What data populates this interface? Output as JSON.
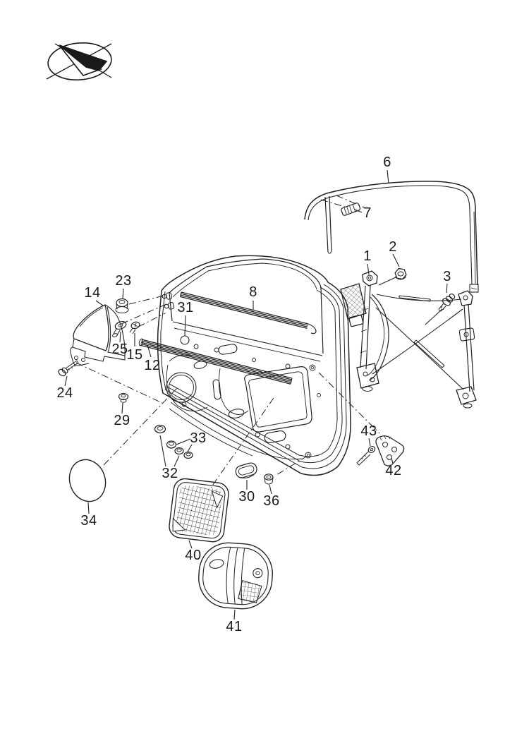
{
  "page": {
    "background_color": "#ffffff",
    "ink_color": "#1a1a1a",
    "description_of_visuals": "exploded parts diagram of a vehicle front door: window guide frame, window regulator, door shell, sealing strips, exterior mirror base, grommets, speaker grille and covers, with numbered callouts"
  },
  "logo": {
    "icon": "paper-plane-logo"
  },
  "callouts": {
    "c1": "1",
    "c2": "2",
    "c3": "3",
    "c6": "6",
    "c7": "7",
    "c8": "8",
    "c12": "12",
    "c14": "14",
    "c15": "15",
    "c23": "23",
    "c24": "24",
    "c25": "25",
    "c29": "29",
    "c30": "30",
    "c31": "31",
    "c32": "32",
    "c33": "33",
    "c34": "34",
    "c36": "36",
    "c40": "40",
    "c41": "41",
    "c42": "42",
    "c43": "43"
  }
}
